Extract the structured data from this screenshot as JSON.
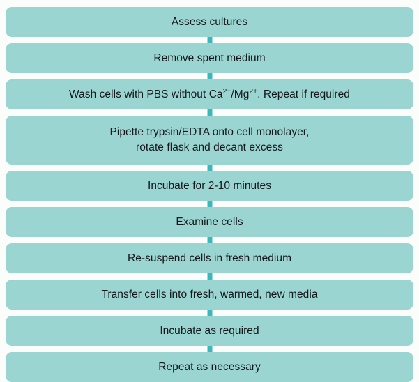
{
  "diagram": {
    "title": "Cell culture subculturing / passaging protocol flowchart",
    "type": "vertical-flowchart",
    "orientation": "top-to-bottom",
    "colors": {
      "box_fill": "#9ad5d2",
      "connector": "#3cb8bc",
      "text": "#14161a",
      "background": "#fbfdfa"
    },
    "steps": [
      {
        "index": 1,
        "label": "Assess cultures",
        "lines": 1
      },
      {
        "index": 2,
        "label": "Remove spent medium",
        "lines": 1
      },
      {
        "index": 3,
        "label_prefix": "Wash cells with PBS without Ca",
        "sup_1": "2+",
        "label_middle": "/Mg",
        "sup_2": "2+",
        "label_suffix": ". Repeat if required",
        "label": "Wash cells with PBS without Ca2+/Mg2+. Repeat if required",
        "lines": 1
      },
      {
        "index": 4,
        "label": "Pipette trypsin/EDTA onto cell monolayer,\nrotate flask and decant excess",
        "lines": 2
      },
      {
        "index": 5,
        "label": "Incubate for 2-10 minutes",
        "lines": 1
      },
      {
        "index": 6,
        "label": "Examine cells",
        "lines": 1
      },
      {
        "index": 7,
        "label": "Re-suspend cells in fresh medium",
        "lines": 1
      },
      {
        "index": 8,
        "label": "Transfer cells into fresh, warmed, new media",
        "lines": 1
      },
      {
        "index": 9,
        "label": "Incubate as required",
        "lines": 1
      },
      {
        "index": 10,
        "label": "Repeat as necessary",
        "lines": 1
      }
    ]
  }
}
